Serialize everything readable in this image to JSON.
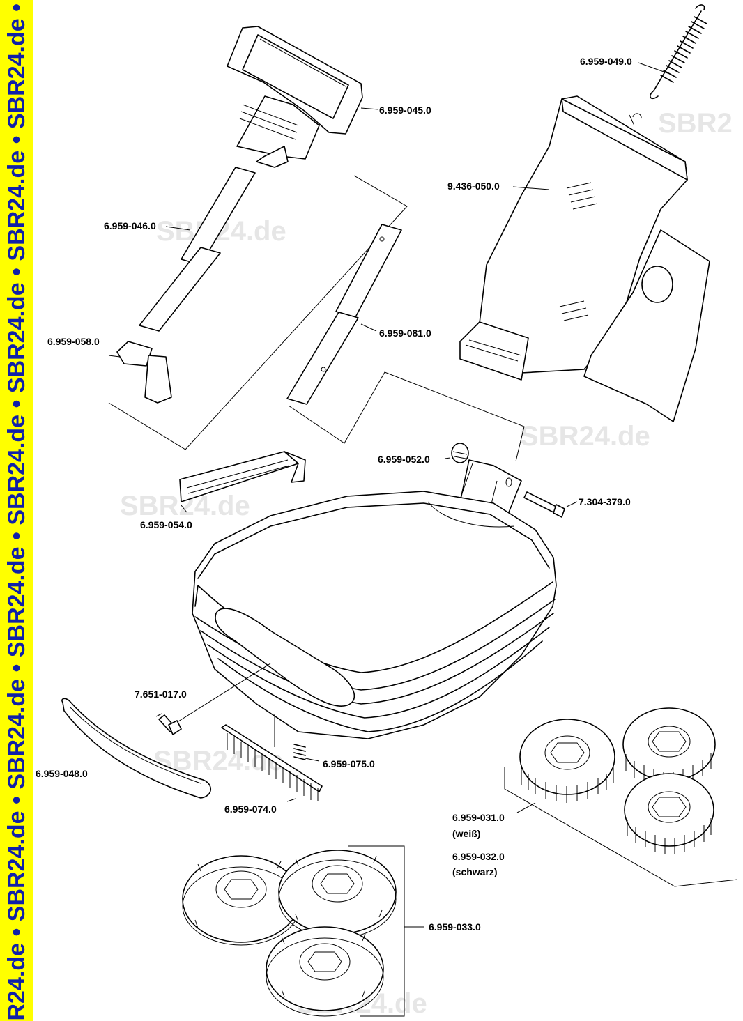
{
  "sidebar": {
    "text": "R24.de • SBR24.de • SBR24.de • SBR24.de • SBR24.de • SBR24.de • SBR24.de • SBR24.de • SBR24"
  },
  "watermark": {
    "text": "SBR24.de",
    "text_partial": "SBR2"
  },
  "parts": [
    {
      "id": "p1",
      "number": "6.959-045.0"
    },
    {
      "id": "p2",
      "number": "6.959-049.0"
    },
    {
      "id": "p3",
      "number": "9.436-050.0"
    },
    {
      "id": "p4",
      "number": "6.959-046.0"
    },
    {
      "id": "p5",
      "number": "6.959-058.0"
    },
    {
      "id": "p6",
      "number": "6.959-081.0"
    },
    {
      "id": "p7",
      "number": "6.959-052.0"
    },
    {
      "id": "p8",
      "number": "7.304-379.0"
    },
    {
      "id": "p9",
      "number": "6.959-054.0"
    },
    {
      "id": "p10",
      "number": "7.651-017.0"
    },
    {
      "id": "p11",
      "number": "6.959-075.0"
    },
    {
      "id": "p12",
      "number": "6.959-048.0"
    },
    {
      "id": "p13",
      "number": "6.959-074.0"
    },
    {
      "id": "p14",
      "number": "6.959-031.0",
      "note": "(weiß)"
    },
    {
      "id": "p15",
      "number": "6.959-032.0",
      "note": "(schwarz)"
    },
    {
      "id": "p16",
      "number": "6.959-033.0"
    }
  ],
  "colors": {
    "sidebar_bg": "#ffff00",
    "sidebar_text": "#1020a8",
    "watermark": "#e6e6e6",
    "line": "#000000"
  }
}
